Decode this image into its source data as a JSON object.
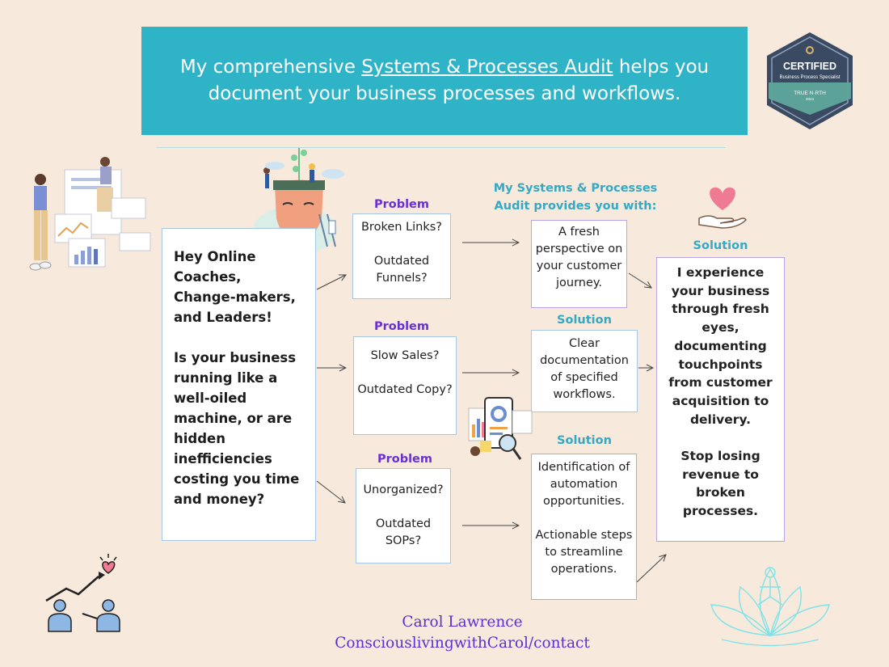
{
  "header": {
    "line1_before": "My comprehensive ",
    "line1_link": "Systems & Processes Audit",
    "line1_after": " helps you",
    "line2": "document your business processes and workflows."
  },
  "badge": {
    "title": "CERTIFIED",
    "subtitle": "Business Process Specialist",
    "issuer": "TRUE N·RTH",
    "year": "2024"
  },
  "intro": {
    "greeting": "Hey Online Coaches, Change-makers, and Leaders!",
    "question": "Is your business running like a well-oiled machine, or are hidden inefficiencies costing you time and money?"
  },
  "problems": [
    {
      "label": "Problem",
      "line1": "Broken Links?",
      "line2": "Outdated Funnels?"
    },
    {
      "label": "Problem",
      "line1": "Slow Sales?",
      "line2": "Outdated Copy?"
    },
    {
      "label": "Problem",
      "line1": "Unorganized?",
      "line2": "Outdated SOPs?"
    }
  ],
  "audit": {
    "title": "My Systems & Processes Audit provides you with:",
    "items": [
      {
        "label": "",
        "text1": "A fresh perspective on your customer journey.",
        "text2": ""
      },
      {
        "label": "Solution",
        "text1": "Clear documentation of  specified workflows.",
        "text2": ""
      },
      {
        "label": "Solution",
        "text1": "Identification of automation opportunities.",
        "text2": "Actionable steps to streamline operations."
      }
    ]
  },
  "final_solution": {
    "label": "Solution",
    "text1": "I experience your business through fresh eyes, documenting touchpoints from customer acquisition to delivery.",
    "text2": "Stop losing revenue to broken processes."
  },
  "footer": {
    "name": "Carol Lawrence",
    "contact": "ConsciouslivingwithCarol/contact"
  },
  "colors": {
    "background": "#f7e9db",
    "banner": "#2fb3c7",
    "problem_label": "#6a2fd6",
    "solution_label": "#35a9c4",
    "footer_text": "#5b2fd0"
  }
}
